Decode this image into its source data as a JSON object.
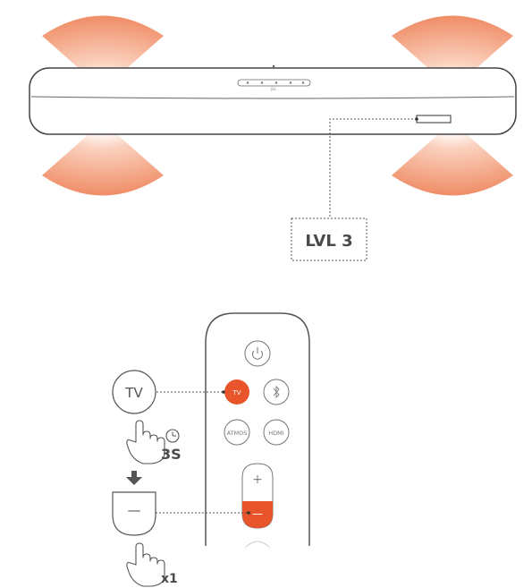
{
  "soundbar": {
    "brand_text": "JBL",
    "colors": {
      "outline": "#444444",
      "sound_wave": "#f08f68"
    }
  },
  "level_indicator": {
    "text": "LVL 3"
  },
  "remote": {
    "buttons": {
      "power_icon": "power-icon",
      "tv_label": "TV",
      "bluetooth_icon": "bluetooth-icon",
      "atmos_label": "ATMOS",
      "hdmi_label": "HDMI",
      "volume_up_symbol": "+",
      "volume_down_symbol": "—"
    },
    "colors": {
      "highlight": "#e8552a",
      "outline": "#555555"
    }
  },
  "steps": {
    "step1_button_label": "TV",
    "step1_hold_time": "3S",
    "step2_button_symbol": "—",
    "step2_press_count": "x1",
    "arrow_color": "#555555"
  }
}
